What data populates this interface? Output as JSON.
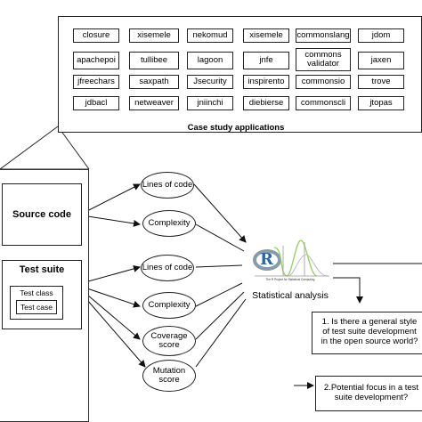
{
  "case_study": {
    "title": "Case study applications",
    "apps": [
      [
        "closure",
        "xisemele",
        "nekomud",
        "xisemele",
        "commonslang",
        "jdom"
      ],
      [
        "apachepoi",
        "tullibee",
        "lagoon",
        "jnfe",
        "commons validator",
        "jaxen"
      ],
      [
        "jfreechars",
        "saxpath",
        "Jsecurity",
        "inspirento",
        "commonsio",
        "trove"
      ],
      [
        "jdbacl",
        "netweaver",
        "jniinchi",
        "diebierse",
        "commonscli",
        "jtopas"
      ]
    ]
  },
  "source_code": {
    "label": "Source code"
  },
  "test_suite": {
    "label": "Test suite",
    "test_class": "Test class",
    "test_case": "Test case"
  },
  "metrics_source": [
    "Lines of code",
    "Complexity"
  ],
  "metrics_test": [
    "Lines of code",
    "Complexity",
    "Coverage score",
    "Mutation score"
  ],
  "analysis": {
    "label": "Statistical analysis",
    "logo_letter": "R",
    "logo_caption": "The R Project for Statistical Computing"
  },
  "questions": [
    "1. Is there a general style of test suite development in the open source world?",
    "2.Potential focus in a test suite development?"
  ]
}
